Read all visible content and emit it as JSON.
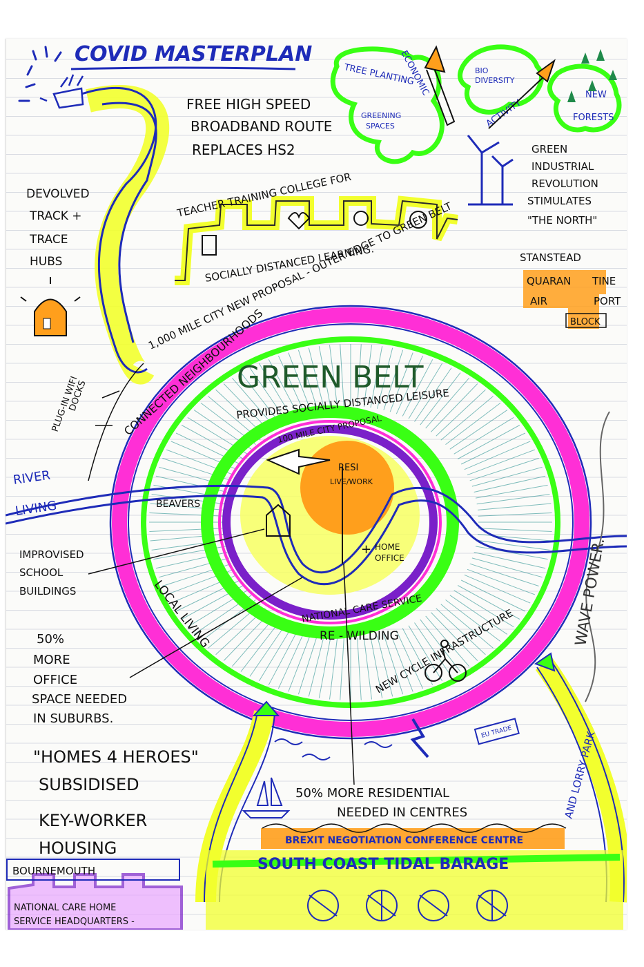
{
  "title": "COVID MASTERPLAN",
  "labels": {
    "broadband": [
      "FREE HIGH SPEED",
      "BROADBAND ROUTE",
      "REPLACES HS2"
    ],
    "tree_planting": "TREE PLANTING",
    "economic": "ECONOMIC",
    "greening_spaces": [
      "GREENING",
      "SPACES"
    ],
    "bio_diversity": [
      "BIO",
      "DIVERSITY"
    ],
    "activity": "ACTIVITY",
    "new_forests": [
      "NEW",
      "FORESTS"
    ],
    "green_industrial": [
      "GREEN",
      "INDUSTRIAL",
      "REVOLUTION",
      "STIMULATES",
      "\"THE NORTH\""
    ],
    "teacher_college": "TEACHER TRAINING COLLEGE FOR",
    "socially_distanced_learning": "SOCIALLY DISTANCED LEARNING.",
    "devolved": [
      "DEVOLVED",
      "TRACK +",
      "TRACE",
      "HUBS"
    ],
    "stanstead": "STANSTEAD",
    "quarantine": [
      "QUARAN",
      "TINE"
    ],
    "airport": [
      "AIR",
      "PORT"
    ],
    "block": "BLOCK",
    "mile_city_1000": "1,000 MILE CITY NEW PROPOSAL - OUTER EDGE TO GREEN BELT",
    "connected_neighbourhoods": "CONNECTED NEIGHBOURHOODS",
    "green_belt": "GREEN BELT",
    "provides_leisure": "PROVIDES SOCIALLY DISTANCED LEISURE",
    "mile_city_100": "100 MILE CITY PROPOSAL",
    "resi_live_work": [
      "RESI",
      "LIVE/WORK"
    ],
    "home_office": [
      "HOME",
      "OFFICE"
    ],
    "plug_in_wifi": [
      "PLUG-IN WIFI",
      "DOCKS"
    ],
    "river_living": [
      "RIVER",
      "LIVING"
    ],
    "beavers": "BEAVERS",
    "improvised_school": [
      "IMPROVISED",
      "SCHOOL",
      "BUILDINGS"
    ],
    "national_care_service": "NATIONAL CARE SERVICE",
    "local_living": "LOCAL LIVING",
    "re_wilding": "RE - WILDING",
    "cycle_infrastructure": "NEW CYCLE INFRASTRUCTURE",
    "wave_power": "WAVE POWER.",
    "office_space": [
      "50%",
      "MORE",
      "OFFICE",
      "SPACE NEEDED",
      "IN SUBURBS."
    ],
    "eu_trade": "EU TRADE",
    "residential_centres": [
      "50% MORE RESIDENTIAL",
      "NEEDED IN CENTRES"
    ],
    "lorry_park": "AND LORRY PARK",
    "homes_heroes": [
      "\"HOMES 4 HEROES\"",
      "SUBSIDISED",
      "KEY-WORKER",
      "HOUSING"
    ],
    "brexit_centre": "BREXIT NEGOTIATION CONFERENCE CENTRE",
    "tidal_barage": "SOUTH COAST TIDAL BARAGE",
    "bournemouth": "BOURNEMOUTH",
    "care_home_hq": [
      "NATIONAL CARE HOME",
      "SERVICE HEADQUARTERS -"
    ]
  },
  "colors": {
    "ink_blue": "#1e2bb8",
    "ink_dark": "#111111",
    "ink_green": "#1f5a2a",
    "magenta": "#ff2fd6",
    "lime": "#39ff14",
    "yellow": "#f2ff2e",
    "orange": "#ff9f1c",
    "purple": "#7a20c9",
    "teal": "#1a8a8a"
  }
}
